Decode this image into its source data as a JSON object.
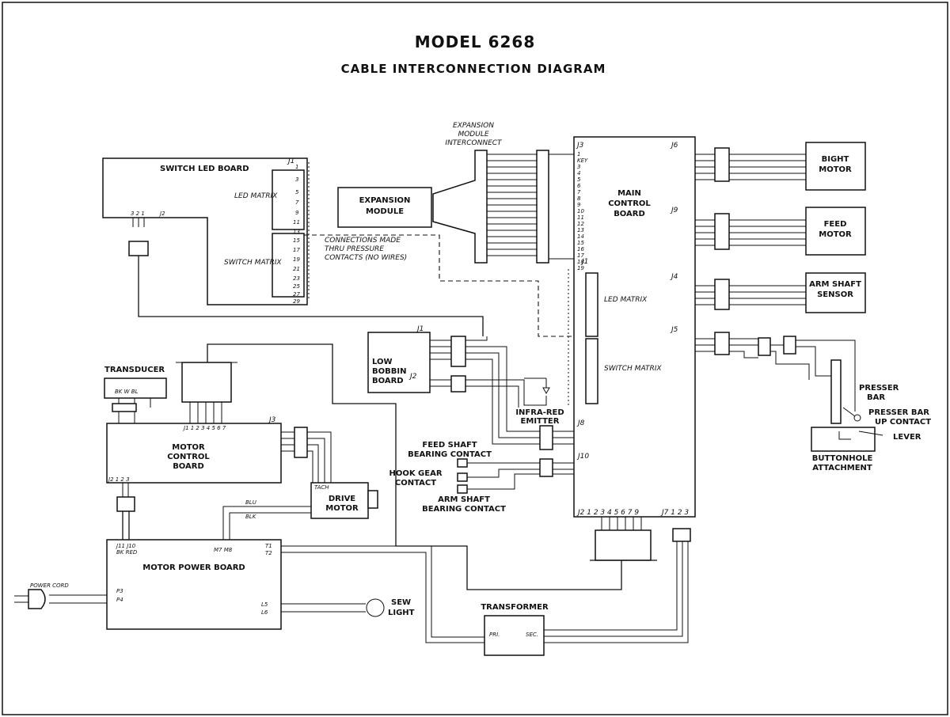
{
  "title": "MODEL 6268",
  "subtitle": "CABLE INTERCONNECTION DIAGRAM",
  "blocks": {
    "switch_led": {
      "name": "SWITCH LED BOARD",
      "connector": "J1",
      "j2_pins": "3 2 1",
      "j2": "J2"
    },
    "led_matrix_a": "LED MATRIX",
    "switch_matrix_a": "SWITCH MATRIX",
    "led_pins": [
      "1",
      "3",
      "5",
      "7",
      "9",
      "11",
      "13",
      "15"
    ],
    "switch_pins": [
      "17",
      "19",
      "21",
      "23",
      "25",
      "27",
      "29"
    ],
    "pressure_note": [
      "CONNECTIONS MADE",
      "THRU PRESSURE",
      "CONTACTS (NO WIRES)"
    ],
    "expansion_module": [
      "EXPANSION",
      "MODULE"
    ],
    "expansion_interconnect": [
      "EXPANSION",
      "MODULE",
      "INTERCONNECT"
    ],
    "main_board": {
      "name": [
        "MAIN",
        "CONTROL",
        "BOARD"
      ],
      "j3": "J3",
      "j6": "J6",
      "j9": "J9",
      "j4": "J4",
      "j5": "J5",
      "j1": "J1",
      "j7": "J7",
      "j10": "J10",
      "j8": "J8",
      "j2": "J2"
    },
    "j3_pins": [
      "1",
      "KEY",
      "3",
      "4",
      "5",
      "6",
      "7",
      "8",
      "9",
      "10",
      "11",
      "12",
      "13",
      "14",
      "15",
      "16",
      "17",
      "18",
      "19"
    ],
    "main_led_matrix": "LED MATRIX",
    "main_switch_matrix": "SWITCH MATRIX",
    "bight_motor": [
      "BIGHT",
      "MOTOR"
    ],
    "feed_motor": [
      "FEED",
      "MOTOR"
    ],
    "arm_shaft_sensor": [
      "ARM SHAFT",
      "SENSOR"
    ],
    "presser_bar": [
      "PRESSER",
      "BAR"
    ],
    "presser_bar_contact": [
      "PRESSER BAR",
      "UP CONTACT"
    ],
    "lever": "LEVER",
    "buttonhole": [
      "BUTTONHOLE",
      "ATTACHMENT"
    ],
    "low_bobbin": {
      "name": [
        "LOW",
        "BOBBIN",
        "BOARD"
      ],
      "j1": "J1",
      "j2": "J2"
    },
    "infra_red": [
      "INFRA-RED",
      "EMITTER"
    ],
    "feed_shaft": [
      "FEED SHAFT",
      "BEARING CONTACT"
    ],
    "hook_gear": [
      "HOOK GEAR",
      "CONTACT"
    ],
    "arm_shaft_bearing": [
      "ARM SHAFT",
      "BEARING CONTACT"
    ],
    "transducer": {
      "name": "TRANSDUCER",
      "pins": "BK  W  BL"
    },
    "motor_control": {
      "name": [
        "MOTOR",
        "CONTROL",
        "BOARD"
      ],
      "j1": "J1 1 2 3 4 5 6 7",
      "j3": "J3",
      "j2": "J2 1 2 3"
    },
    "drive_motor": {
      "name": [
        "DRIVE",
        "MOTOR"
      ],
      "tach": "TACH",
      "blu": "BLU",
      "blk": "BLK"
    },
    "motor_power": {
      "name": "MOTOR POWER BOARD",
      "j": "J11 J10",
      "colors": "BK  RED",
      "m": "M7 M8",
      "t1": "T1",
      "t2": "T2",
      "p3": "P3",
      "p4": "P4",
      "l5": "L5",
      "l6": "L6"
    },
    "power_cord": "POWER CORD",
    "sew_light": [
      "SEW",
      "LIGHT"
    ],
    "transformer": {
      "name": "TRANSFORMER",
      "pri": "PRI.",
      "sec": "SEC."
    },
    "main_bottom_pins": "J2 1 2 3 4 5 6 7 9",
    "j7_pins": "J7 1 2 3"
  }
}
